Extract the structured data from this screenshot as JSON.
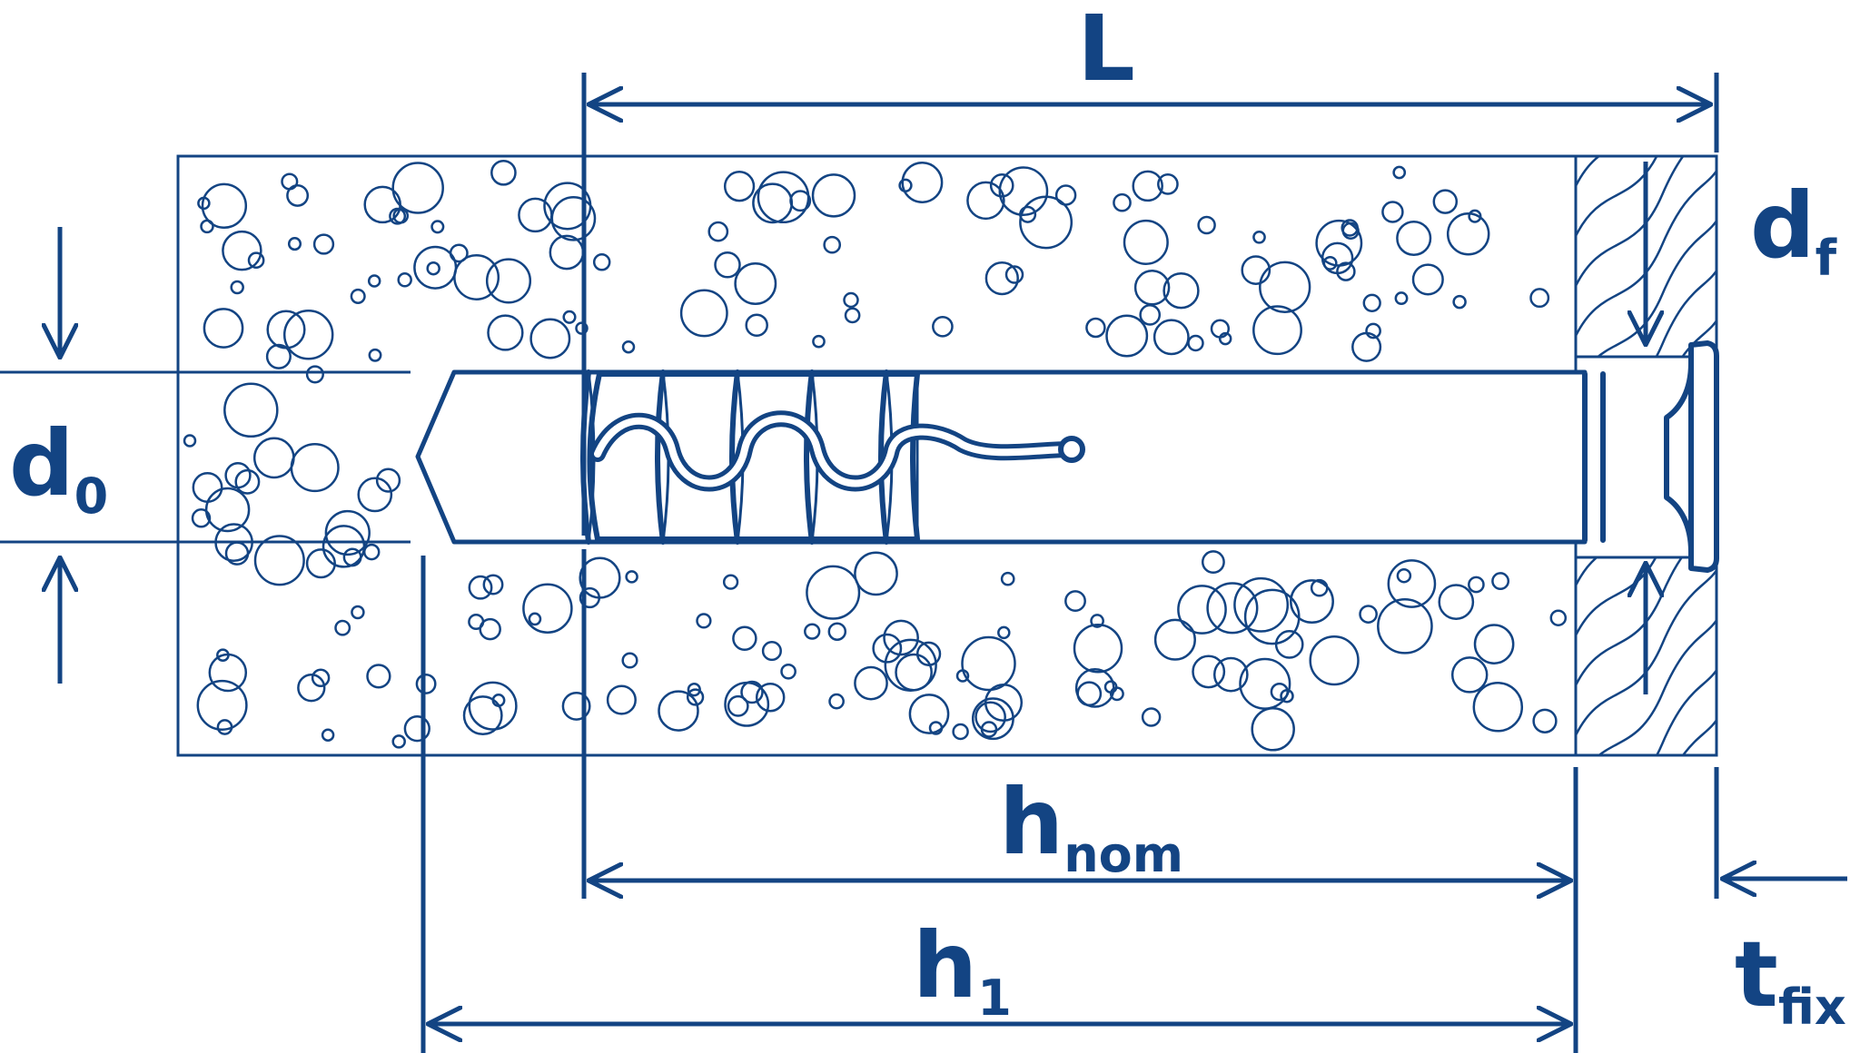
{
  "labels": {
    "L": "L",
    "d0_main": "d",
    "d0_sub": "0",
    "df_main": "d",
    "df_sub": "f",
    "hnom_main": "h",
    "hnom_sub": "nom",
    "h1_main": "h",
    "h1_sub": "1",
    "tfix_main": "t",
    "tfix_sub": "fix"
  },
  "colors": {
    "line": "#134483",
    "background": "#ffffff"
  }
}
